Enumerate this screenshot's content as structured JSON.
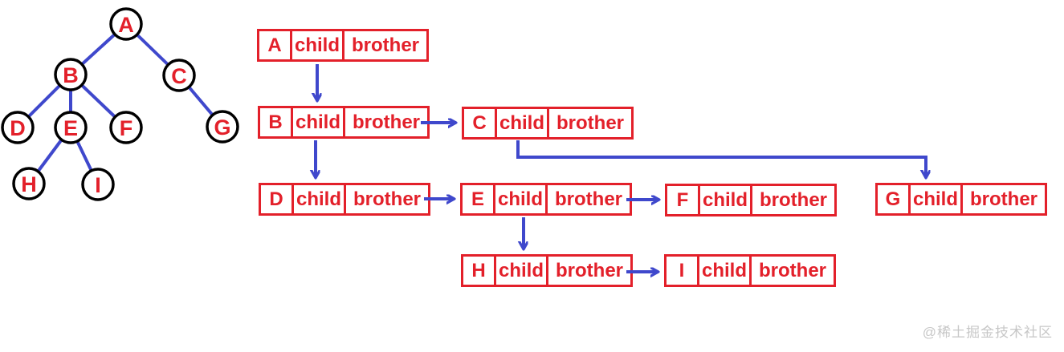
{
  "diagram": {
    "nodes": [
      "A",
      "B",
      "C",
      "D",
      "E",
      "F",
      "G",
      "H",
      "I"
    ],
    "field_labels": {
      "child": "child",
      "brother": "brother"
    },
    "tree": {
      "edges": [
        {
          "from": "A",
          "to": "B"
        },
        {
          "from": "A",
          "to": "C"
        },
        {
          "from": "B",
          "to": "D"
        },
        {
          "from": "B",
          "to": "E"
        },
        {
          "from": "B",
          "to": "F"
        },
        {
          "from": "C",
          "to": "G"
        },
        {
          "from": "E",
          "to": "H"
        },
        {
          "from": "E",
          "to": "I"
        }
      ]
    },
    "pointers": [
      {
        "from": "A",
        "field": "child",
        "to": "B"
      },
      {
        "from": "B",
        "field": "child",
        "to": "D"
      },
      {
        "from": "B",
        "field": "brother",
        "to": "C"
      },
      {
        "from": "C",
        "field": "child",
        "to": "G"
      },
      {
        "from": "D",
        "field": "brother",
        "to": "E"
      },
      {
        "from": "E",
        "field": "child",
        "to": "H"
      },
      {
        "from": "E",
        "field": "brother",
        "to": "F"
      },
      {
        "from": "H",
        "field": "brother",
        "to": "I"
      }
    ],
    "watermark": "@稀土掘金技术社区",
    "colors": {
      "red": "#e3202a",
      "blue": "#3f48cc",
      "node_outline": "#000000",
      "watermark_gray": "#c7c7c7"
    }
  }
}
